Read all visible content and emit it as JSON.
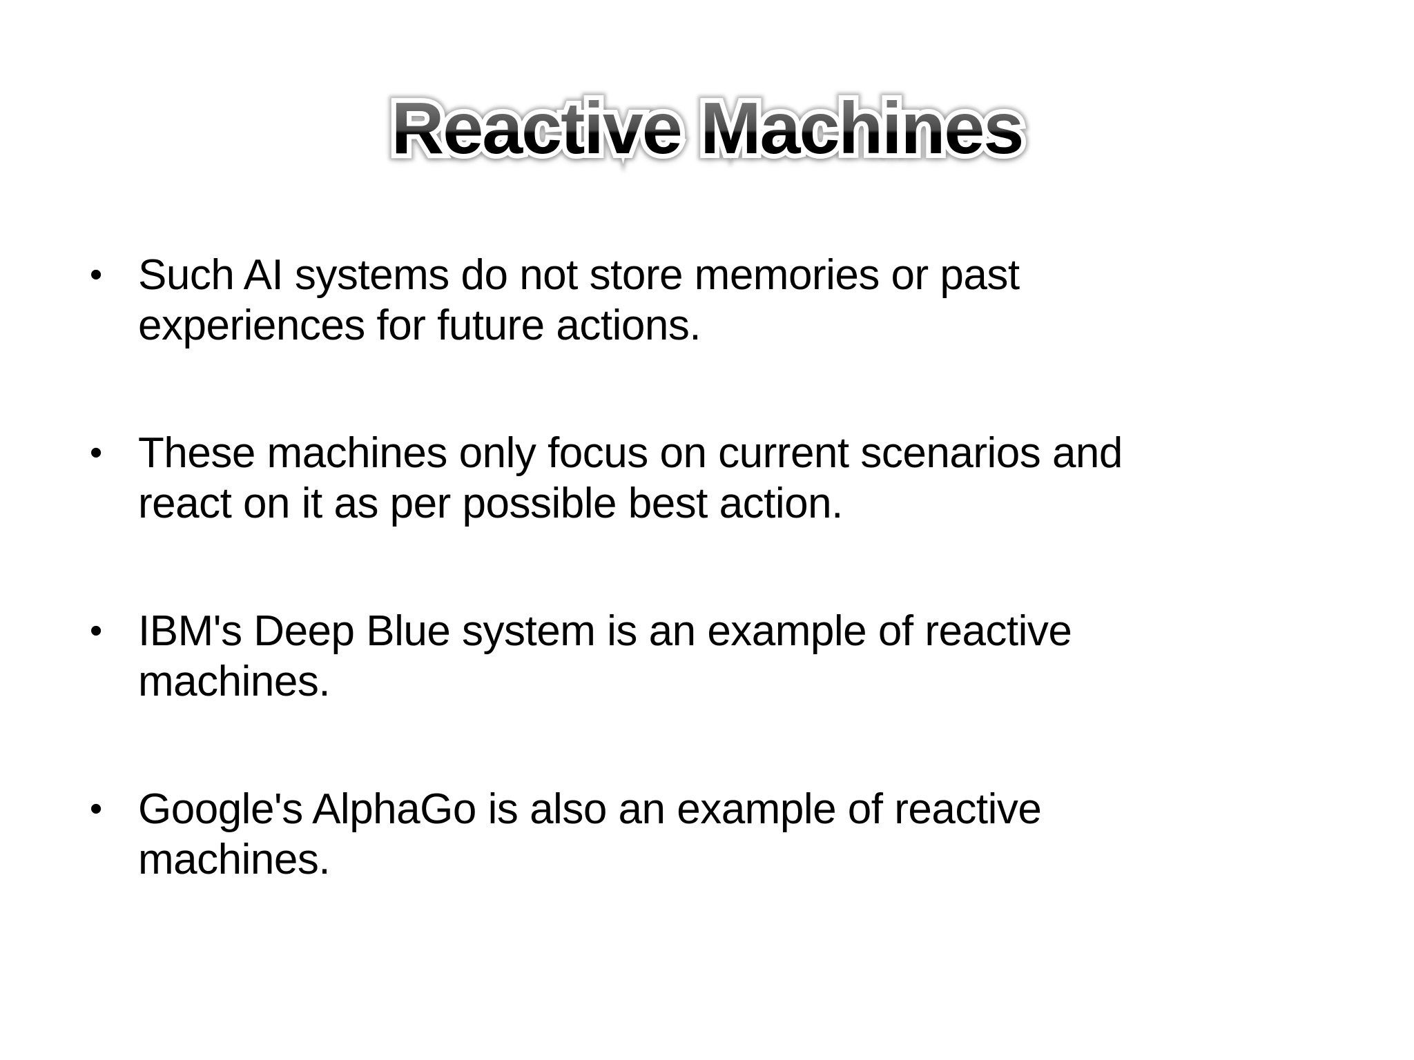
{
  "slide": {
    "title": "Reactive Machines",
    "bullet_char": "•",
    "bullets": [
      {
        "line1": "Such AI systems do not store memories or past",
        "line2": "experiences for future actions."
      },
      {
        "line1": "These machines only focus on current scenarios and",
        "line2": "react on it as per possible best action."
      },
      {
        "line1": "IBM's Deep Blue system is an example of reactive",
        "line2": "machines."
      },
      {
        "line1": "Google's AlphaGo is also an example of reactive",
        "line2": "machines."
      }
    ],
    "colors": {
      "background": "#ffffff",
      "body_text": "#000000",
      "title_gradient_top": "#757575",
      "title_gradient_mid": "#4a4a4a",
      "title_gradient_bottom": "#000000",
      "title_outline": "#ffffff",
      "title_shadow": "#6e6e6e"
    }
  }
}
